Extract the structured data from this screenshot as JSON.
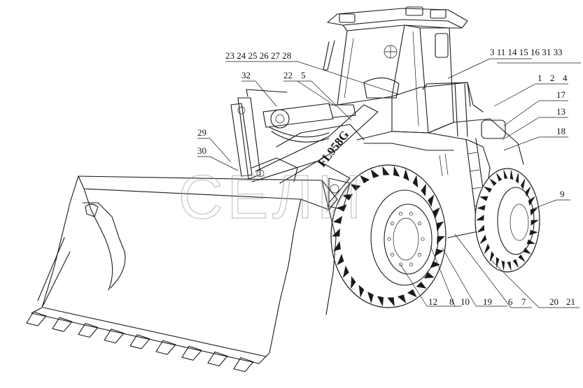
{
  "model_text": "FL958G",
  "watermark_text": "СЕЛИ",
  "callouts": {
    "top_right": "3 11 14 15 16 31 33",
    "upper_left": "23 24 25 26 27 28",
    "c32": "32",
    "c22": "22",
    "c5": "5",
    "c1": "1",
    "c2": "2",
    "c4": "4",
    "c17": "17",
    "c13": "13",
    "c18": "18",
    "c29": "29",
    "c30": "30",
    "c9": "9",
    "c12": "12",
    "c8": "8",
    "c10": "10",
    "c19": "19",
    "c6": "6",
    "c7": "7",
    "c20": "20",
    "c21": "21"
  }
}
